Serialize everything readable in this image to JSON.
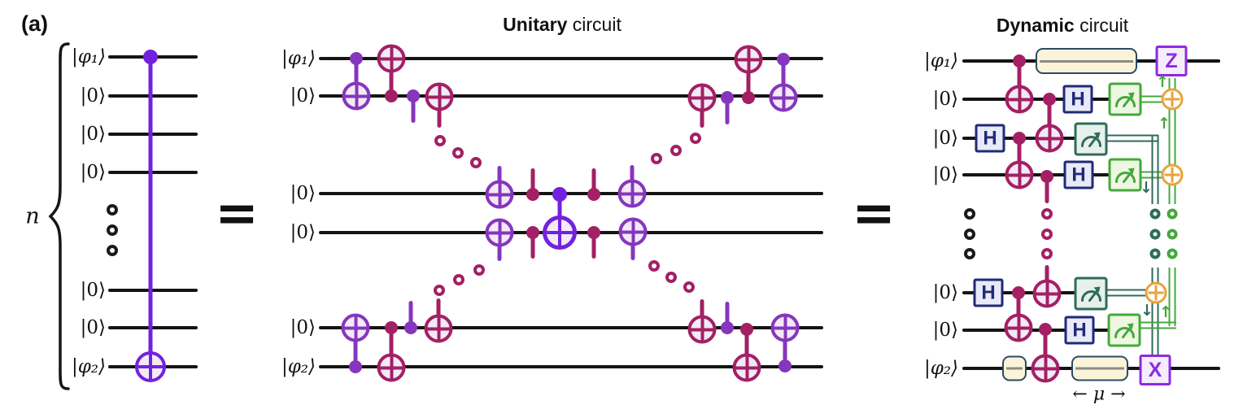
{
  "panel": {
    "label": "(a)"
  },
  "brace": {
    "label": "n"
  },
  "equivalence": {
    "equals": "="
  },
  "titles": {
    "unitary": {
      "bold": "Unitary",
      "rest": " circuit"
    },
    "dynamic": {
      "bold": "Dynamic",
      "rest": " circuit"
    }
  },
  "kets": {
    "phi1": "|φ₁⟩",
    "zero": "|0⟩",
    "phi2": "|φ₂⟩"
  },
  "gates": {
    "hadamard": "H",
    "pauli_z": "Z",
    "pauli_x": "X"
  },
  "mu_annotation": "← μ →",
  "arrows": {
    "up": "↑",
    "down": "↓"
  },
  "left_circuit": {
    "wire_labels": [
      "|φ₁⟩",
      "|0⟩",
      "|0⟩",
      "|0⟩",
      "|0⟩",
      "|0⟩",
      "|φ₂⟩"
    ],
    "summary": "n-qubit register with a single long-range CNOT: control on |φ₁⟩ (top wire), target on |φ₂⟩ (bottom wire)"
  },
  "unitary_circuit": {
    "wire_labels": [
      "|φ₁⟩",
      "|0⟩",
      "|0⟩",
      "|0⟩",
      "|0⟩",
      "|φ₂⟩"
    ],
    "summary": "nearest-neighbour CNOT ladders cascade from |φ₁⟩ downward and |φ₂⟩ upward (dotted continuation) to a central violet CNOT, then mirror back outward"
  },
  "dynamic_circuit": {
    "wire_labels": [
      "|φ₁⟩",
      "|0⟩",
      "|0⟩",
      "|0⟩",
      "|0⟩",
      "|0⟩",
      "|φ₂⟩"
    ],
    "summary": "Bell pairs prepared with H + CNOT ladder, mid-circuit measurements; green classical parity chain feeds up to Z on |φ₁⟩, teal chain feeds down to X on |φ₂⟩; beige boxes are idle/delay windows of duration μ"
  },
  "colors": {
    "cnot_purple": "#8636bd",
    "cnot_crimson": "#a32064",
    "cnot_violet": "#7222dd",
    "hadamard_navy": "#1f2a78",
    "pauli_purple": "#8c2be0",
    "measure_green": "#45a83c",
    "measure_teal": "#2e6b5c",
    "xor_orange": "#e8a33d",
    "delay_fill": "#fbf4da",
    "delay_border": "#2b4a66"
  }
}
